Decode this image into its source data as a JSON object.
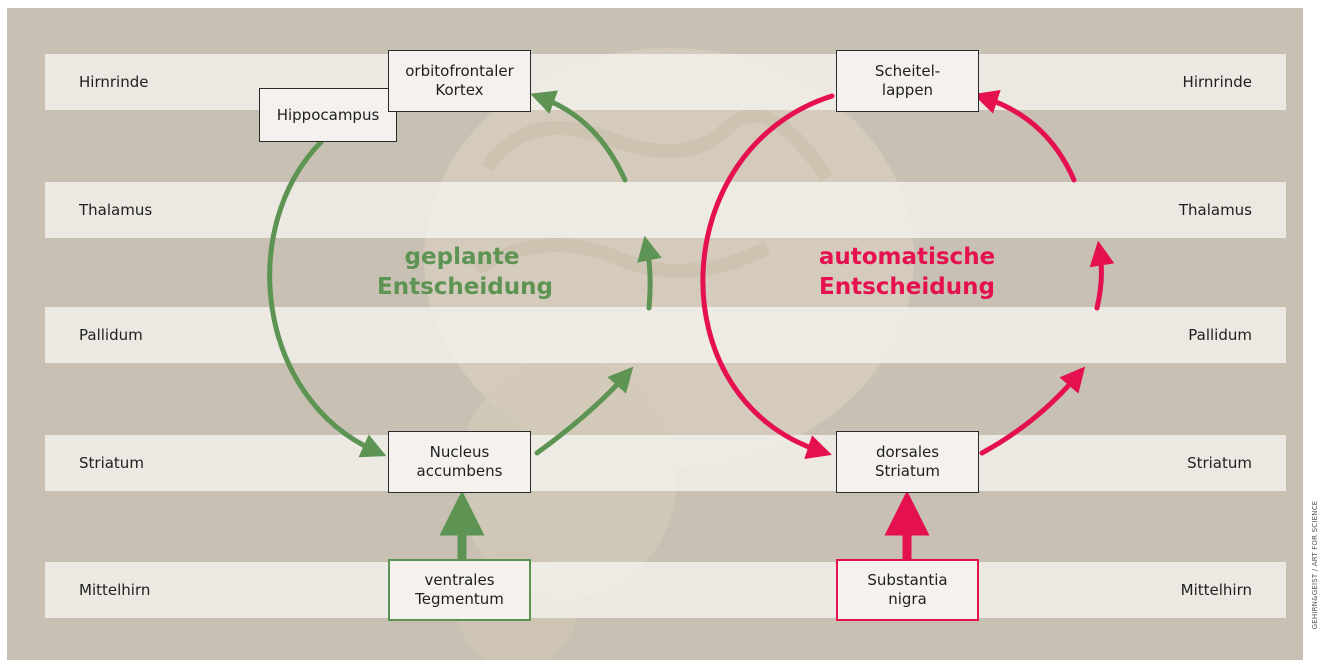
{
  "layers": [
    {
      "left": "Hirnrinde",
      "right": "Hirnrinde"
    },
    {
      "left": "Thalamus",
      "right": "Thalamus"
    },
    {
      "left": "Pallidum",
      "right": "Pallidum"
    },
    {
      "left": "Striatum",
      "right": "Striatum"
    },
    {
      "left": "Mittelhirn",
      "right": "Mittelhirn"
    }
  ],
  "planned": {
    "caption": "geplante\nEntscheidung",
    "color": "#5d9453",
    "nodes": {
      "hippocampus": "Hippocampus",
      "ofc": "orbitofrontaler\nKortex",
      "nucleus": "Nucleus\naccumbens",
      "vta": "ventrales\nTegmentum"
    }
  },
  "automatic": {
    "caption": "automatische\nEntscheidung",
    "color": "#e5104f",
    "nodes": {
      "parietal": "Scheitel-\nlappen",
      "dorsal": "dorsales\nStriatum",
      "substantia": "Substantia\nnigra"
    }
  },
  "credit": "GEHIRN&GEIST / ART FOR SCIENCE"
}
